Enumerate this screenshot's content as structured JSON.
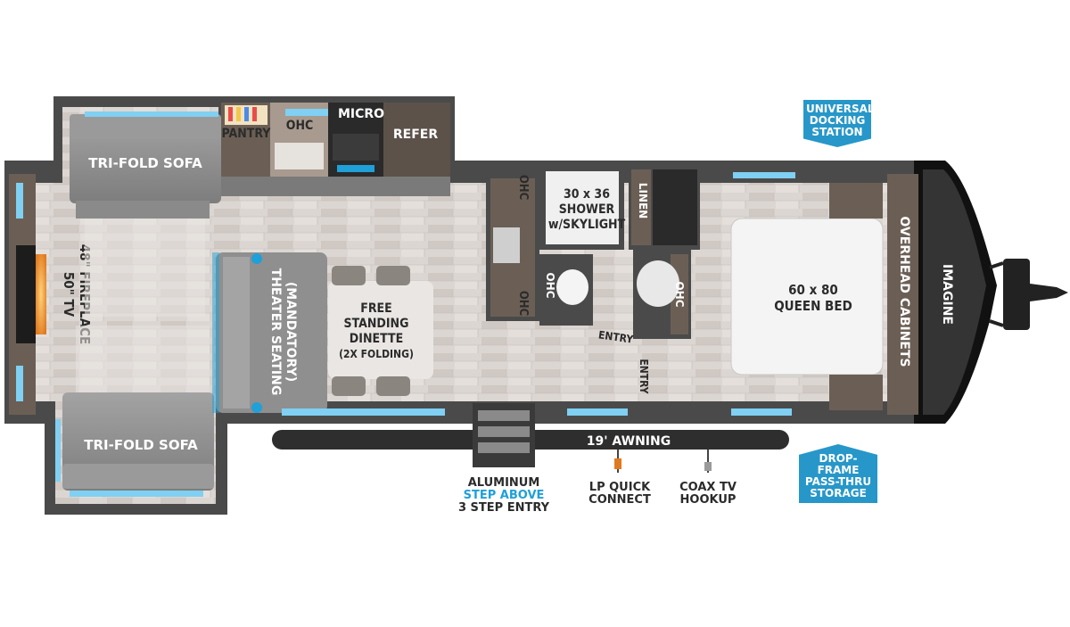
{
  "rooms": {
    "sofa_top": "TRI-FOLD SOFA",
    "sofa_bottom": "TRI-FOLD SOFA",
    "pantry": "PANTRY",
    "ohc_kitchen": "OHC",
    "micro": "MICRO",
    "refer": "REFER",
    "tv_line1": "50\" TV",
    "tv_line2": "48\" FIREPLACE",
    "theater_line1": "THEATER SEATING",
    "theater_line2": "(MANDATORY)",
    "dinette_line1": "FREE",
    "dinette_line2": "STANDING",
    "dinette_line3": "DINETTE",
    "dinette_line4": "(2X FOLDING)",
    "ohc_bath_top": "OHC",
    "ohc_bath_bottom": "OHC",
    "shower_line1": "30 x 36",
    "shower_line2": "SHOWER",
    "shower_line3": "w/SKYLIGHT",
    "linen": "LINEN",
    "ohc_toilet": "OHC",
    "ohc_vanity": "OHC",
    "entry_bath": "ENTRY",
    "entry_main": "ENTRY",
    "bed_line1": "60 x 80",
    "bed_line2": "QUEEN BED",
    "overhead_cabinets": "OVERHEAD CABINETS",
    "brand": "IMAGINE"
  },
  "exterior": {
    "awning": "19' AWNING",
    "step_line1": "ALUMINUM",
    "step_line2": "STEP ABOVE",
    "step_line3": "3 STEP ENTRY",
    "lp_line1": "LP QUICK",
    "lp_line2": "CONNECT",
    "coax_line1": "COAX TV",
    "coax_line2": "HOOKUP"
  },
  "badges": {
    "docking_line1": "UNIVERSAL",
    "docking_line2": "DOCKING",
    "docking_line3": "STATION",
    "storage_line1": "DROP-FRAME",
    "storage_line2": "PASS-THRU",
    "storage_line3": "STORAGE"
  },
  "colors": {
    "wall": "#4a4a4a",
    "floor": "#d9d3cf",
    "sofa": "#8f8f8f",
    "cabinet": "#6b5f55",
    "window": "#7fd0f2",
    "badge": "#2797c9",
    "accent_blue": "#1fa0d8"
  }
}
